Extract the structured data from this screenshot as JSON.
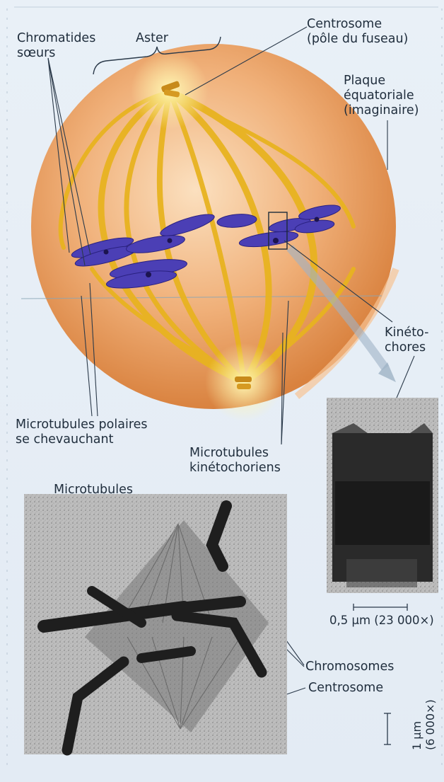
{
  "labels": {
    "chromatides_soeurs": [
      "Chromatides",
      "sœurs"
    ],
    "aster": "Aster",
    "centrosome_pole": [
      "Centrosome",
      "(pôle du fuseau)"
    ],
    "plaque_equatoriale": [
      "Plaque",
      "équatoriale",
      "(imaginaire)"
    ],
    "kinetochores": [
      "Kinéto-",
      "chores"
    ],
    "microtubules_polaires": [
      "Microtubules polaires",
      "se chevauchant"
    ],
    "microtubules_kinetochoriens": [
      "Microtubules",
      "kinétochoriens"
    ],
    "microtubules": "Microtubules",
    "chromosomes": "Chromosomes",
    "centrosome": "Centrosome"
  },
  "scale_bars": {
    "kinetochore_micrograph": "0,5 µm (23 000×)",
    "spindle_micrograph": [
      "1 µm",
      "(6 000×)"
    ]
  },
  "colors": {
    "spindle_body": "#ec9c55",
    "microtubule": "#e8b320",
    "chromosome": "#4b3fb5",
    "background": "#e7eef6"
  }
}
